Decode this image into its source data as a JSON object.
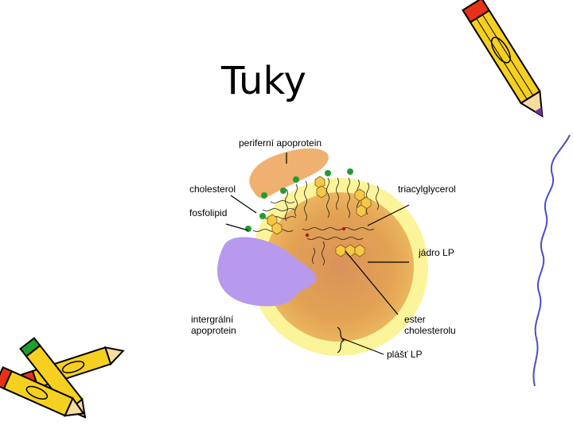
{
  "title": "Tuky",
  "labels": {
    "peripheral": "periferní apoprotein",
    "cholesterol": "cholesterol",
    "triacylglycerol": "triacylglycerol",
    "phospholipid": "fosfolipid",
    "core": "jádro LP",
    "integral_line1": "intergrální",
    "integral_line2": "apoprotein",
    "ester_line1": "ester",
    "ester_line2": "cholesterolu",
    "shell": "plášť LP"
  },
  "colors": {
    "shell": "#fbf49a",
    "core": "#e2a254",
    "peripheral_protein": "#f0b070",
    "integral_protein": "#b799ee",
    "phospholipid_head": "#1f9e2e",
    "cholesterol_ring": "#f5c84a",
    "pencil_body": "#f6d020",
    "pencil_tip": "#e8311a"
  },
  "icons": [
    "pencil-icon",
    "pencil-icon",
    "pencil-icon",
    "pencil-icon"
  ]
}
